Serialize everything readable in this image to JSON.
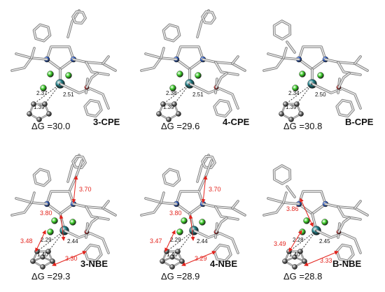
{
  "colors": {
    "frame": "#a8a8a8",
    "frame_stroke": "#7e7e7e",
    "carbon": "#6b6b6b",
    "nitrogen": "#2a5fd6",
    "chlorine": "#3fd12b",
    "ruthenium": "#1f7d86",
    "oxygen": "#d21e1e",
    "distance_arrow": "#e3231c",
    "dashed_bond": "#333333"
  },
  "structures": [
    {
      "id": "3-CPE",
      "delta_g": "ΔG =30.0",
      "name": "3-CPE",
      "bond_labels": [
        "2.37",
        "2.51",
        "1.39"
      ],
      "distance_labels": []
    },
    {
      "id": "4-CPE",
      "delta_g": "ΔG =29.6",
      "name": "4-CPE",
      "bond_labels": [
        "2.38",
        "2.51",
        "1.39"
      ],
      "distance_labels": []
    },
    {
      "id": "B-CPE",
      "delta_g": "ΔG =30.8",
      "name": "B-CPE",
      "bond_labels": [
        "2.34",
        "2.50",
        "1.39"
      ],
      "distance_labels": []
    },
    {
      "id": "3-NBE",
      "delta_g": "ΔG =29.3",
      "name": "3-NBE",
      "bond_labels": [
        "2.29",
        "2.44",
        "1.40"
      ],
      "distance_labels": [
        "3.70",
        "3.80",
        "3.48",
        "3.30"
      ]
    },
    {
      "id": "4-NBE",
      "delta_g": "ΔG =28.9",
      "name": "4-NBE",
      "bond_labels": [
        "2.29",
        "2.44",
        "1.40"
      ],
      "distance_labels": [
        "3.70",
        "3.80",
        "3.47",
        "3.29"
      ]
    },
    {
      "id": "B-NBE",
      "delta_g": "ΔG =28.8",
      "name": "B-NBE",
      "bond_labels": [
        "2.28",
        "2.45",
        "1.40"
      ],
      "distance_labels": [
        "3.86",
        "3.49",
        "3.33"
      ]
    }
  ]
}
